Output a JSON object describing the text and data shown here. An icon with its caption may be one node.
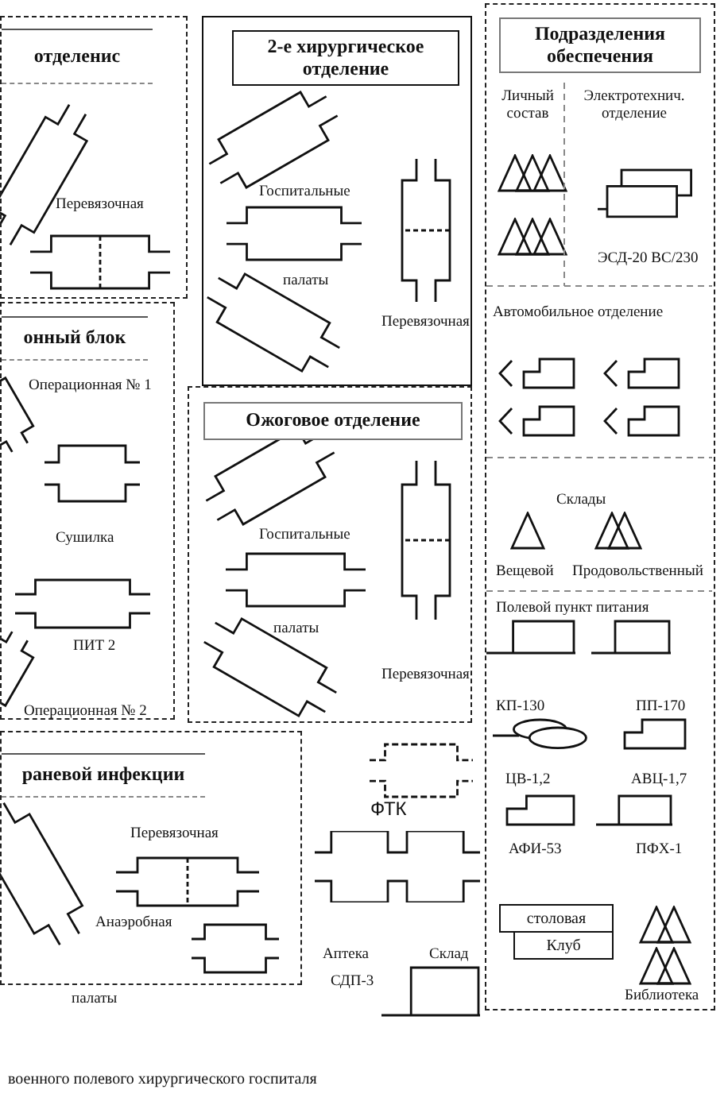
{
  "diagram": {
    "caption": "военного полевого хирургического госпиталя",
    "nodes": [
      {
        "text": [],
        "shape": "box"
      },
      {
        "text": [
          "отделенис"
        ],
        "in": 0
      },
      {
        "text": [],
        "shape": "box"
      },
      {
        "text": [
          "2-е хирургическое отделение"
        ],
        "in": 2
      },
      {
        "text": [],
        "shape": "box"
      },
      {
        "text": [
          "Подразделения обеспечения"
        ],
        "in": 4
      },
      {
        "text": [
          "столовая"
        ],
        "in": 4
      },
      {
        "text": [
          "Клуб"
        ],
        "in": 4
      },
      {
        "text": [],
        "shape": "box"
      },
      {
        "text": [
          "онный блок"
        ],
        "in": 8
      },
      {
        "text": [],
        "shape": "box"
      },
      {
        "text": [
          "Ожоговое отделение"
        ],
        "in": 10
      },
      {
        "text": [],
        "shape": "box"
      },
      {
        "text": [
          "раневой инфекции"
        ],
        "in": 12
      }
    ],
    "edges": [],
    "labels": [
      "Перевязочная",
      "Госпитальные",
      "палаты",
      "Перевязочная",
      "Личный состав",
      "Электротехнич. отделение",
      "ЭСД-20 ВС/230",
      "Автомобильное отделение",
      "Склады",
      "Вещевой",
      "Продовольственный",
      "Полевой пункт питания",
      "КП-130",
      "ПП-170",
      "ЦВ-1,2",
      "АВЦ-1,7",
      "АФИ-53",
      "ПФХ-1",
      "Библиотека",
      "Операционная № 1",
      "Сушилка",
      "ПИТ 2",
      "Операционная № 2",
      "Госпитальные",
      "палаты",
      "Перевязочная",
      "Перевязочная",
      "Анаэробная",
      "палаты",
      "ФТК",
      "Аптека",
      "Склад",
      "СДП-3"
    ]
  }
}
